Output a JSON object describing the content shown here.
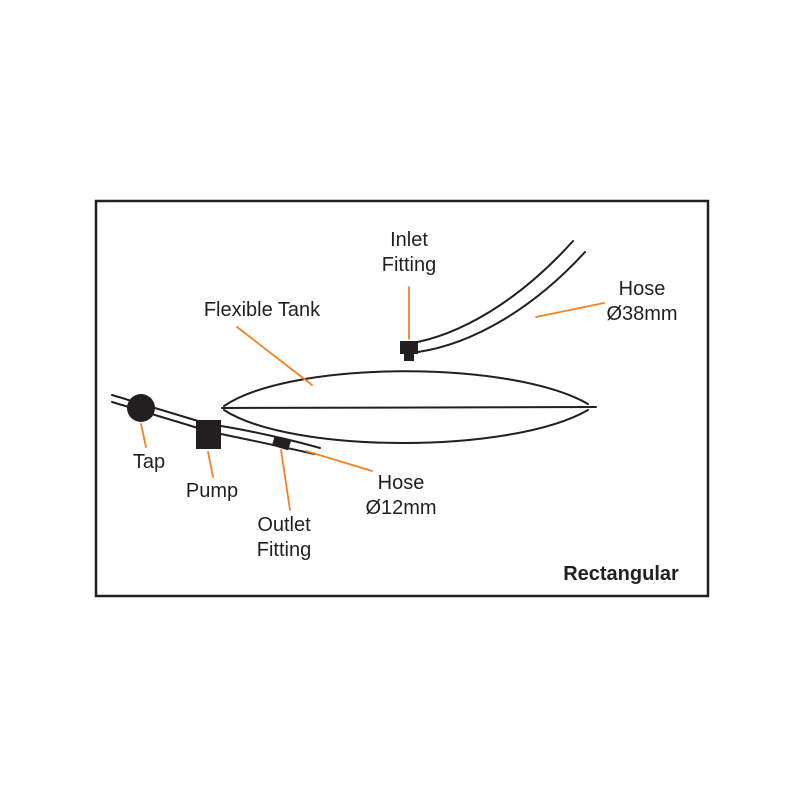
{
  "colors": {
    "line": "#231f20",
    "leader": "#f58220"
  },
  "diagram": {
    "variant_label": "Rectangular",
    "labels": {
      "inlet_fitting": {
        "line1": "Inlet",
        "line2": "Fitting"
      },
      "hose_38": {
        "line1": "Hose",
        "line2": "Ø38mm"
      },
      "flexible_tank": "Flexible Tank",
      "tap": "Tap",
      "pump": "Pump",
      "outlet_fitting": {
        "line1": "Outlet",
        "line2": "Fitting"
      },
      "hose_12": {
        "line1": "Hose",
        "line2": "Ø12mm"
      }
    },
    "parts": [
      "flexible-tank",
      "inlet-fitting",
      "hose-38mm",
      "hose-12mm",
      "outlet-fitting",
      "pump",
      "tap"
    ]
  }
}
